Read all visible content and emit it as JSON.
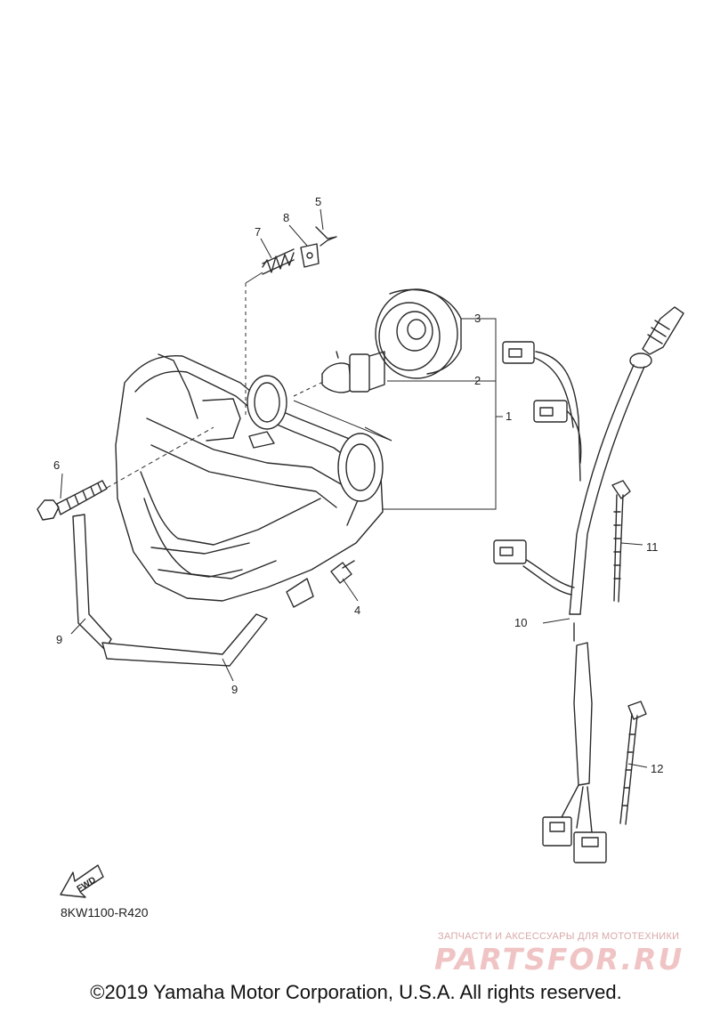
{
  "diagram": {
    "callouts": [
      "1",
      "2",
      "3",
      "4",
      "5",
      "6",
      "7",
      "8",
      "9",
      "9",
      "10",
      "11",
      "12"
    ],
    "fwd_label": "FWD",
    "drawing_code": "8KW1100-R420"
  },
  "footer": {
    "copyright": "©2019 Yamaha Motor Corporation, U.S.A. All rights reserved."
  },
  "watermark": {
    "tagline": "ЗАПЧАСТИ И АКСЕССУАРЫ ДЛЯ МОТОТЕХНИКИ",
    "logo": "PARTSFOR.RU"
  }
}
